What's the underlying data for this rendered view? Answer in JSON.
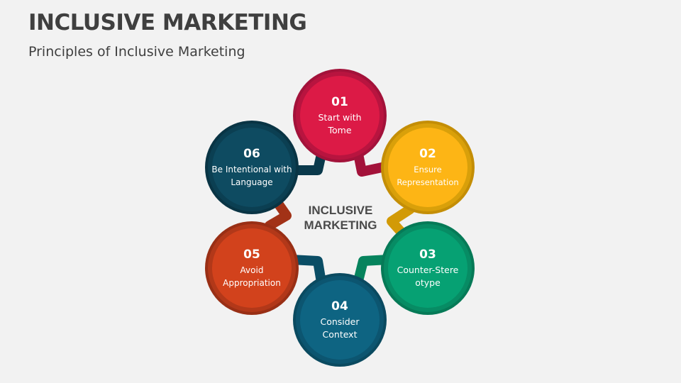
{
  "header": {
    "title": "INCLUSIVE MARKETING",
    "subtitle": "Principles of Inclusive Marketing"
  },
  "diagram": {
    "center_label_line1": "INCLUSIVE",
    "center_label_line2": "MARKETING",
    "nodes": [
      {
        "number": "01",
        "label": "Start with Tome",
        "color": "#dc1a46",
        "ring": "#a3123a"
      },
      {
        "number": "02",
        "label": "Ensure Representation",
        "color": "#fdb515",
        "ring": "#d29a06"
      },
      {
        "number": "03",
        "label": "Counter-Stereotype",
        "color": "#06a173",
        "ring": "#06835d"
      },
      {
        "number": "04",
        "label": "Consider Context",
        "color": "#0e6482",
        "ring": "#0a4d65"
      },
      {
        "number": "05",
        "label": "Avoid Appropriation",
        "color": "#d2421c",
        "ring": "#a23217"
      },
      {
        "number": "06",
        "label": "Be Intentional with Language",
        "color": "#0e4b61",
        "ring": "#0a394b"
      }
    ]
  }
}
